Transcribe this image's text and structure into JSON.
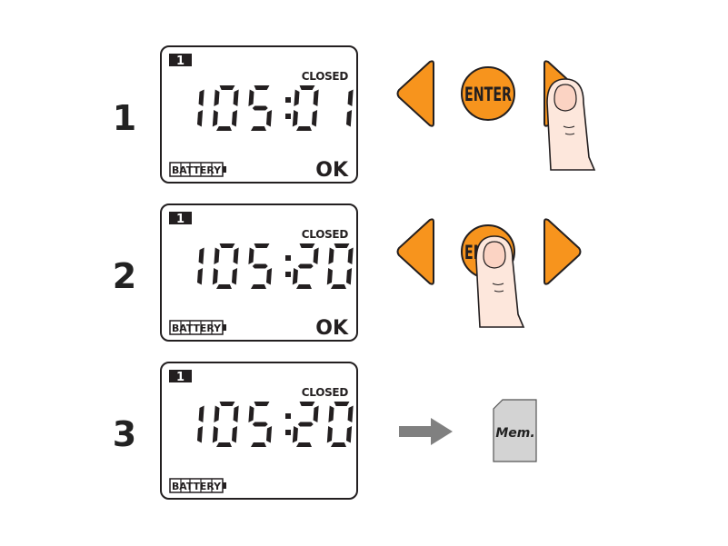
{
  "colors": {
    "accent_orange": "#f7941d",
    "outline": "#231f20",
    "finger_fill": "#fde7dc",
    "arrow_gray": "#808080",
    "card_gray": "#d3d3d3"
  },
  "icons": {
    "left_button": "left-triangle-icon",
    "right_button": "right-triangle-icon",
    "enter_button": "round-enter-button-icon",
    "finger": "finger-press-icon",
    "arrow": "right-arrow-icon",
    "memory": "memory-card-icon"
  },
  "steps": [
    {
      "number": "1",
      "lcd": {
        "channel": "1",
        "status": "CLOSED",
        "digits": "105:01",
        "battery": "BATTERY",
        "ok": "OK"
      },
      "enter_label": "ENTER",
      "pressed": "right"
    },
    {
      "number": "2",
      "lcd": {
        "channel": "1",
        "status": "CLOSED",
        "digits": "105:20",
        "battery": "BATTERY",
        "ok": "OK"
      },
      "enter_label": "ENTER",
      "pressed": "enter"
    },
    {
      "number": "3",
      "lcd": {
        "channel": "1",
        "status": "CLOSED",
        "digits": "105:20",
        "battery": "BATTERY",
        "ok": ""
      },
      "memory_label": "Mem."
    }
  ]
}
